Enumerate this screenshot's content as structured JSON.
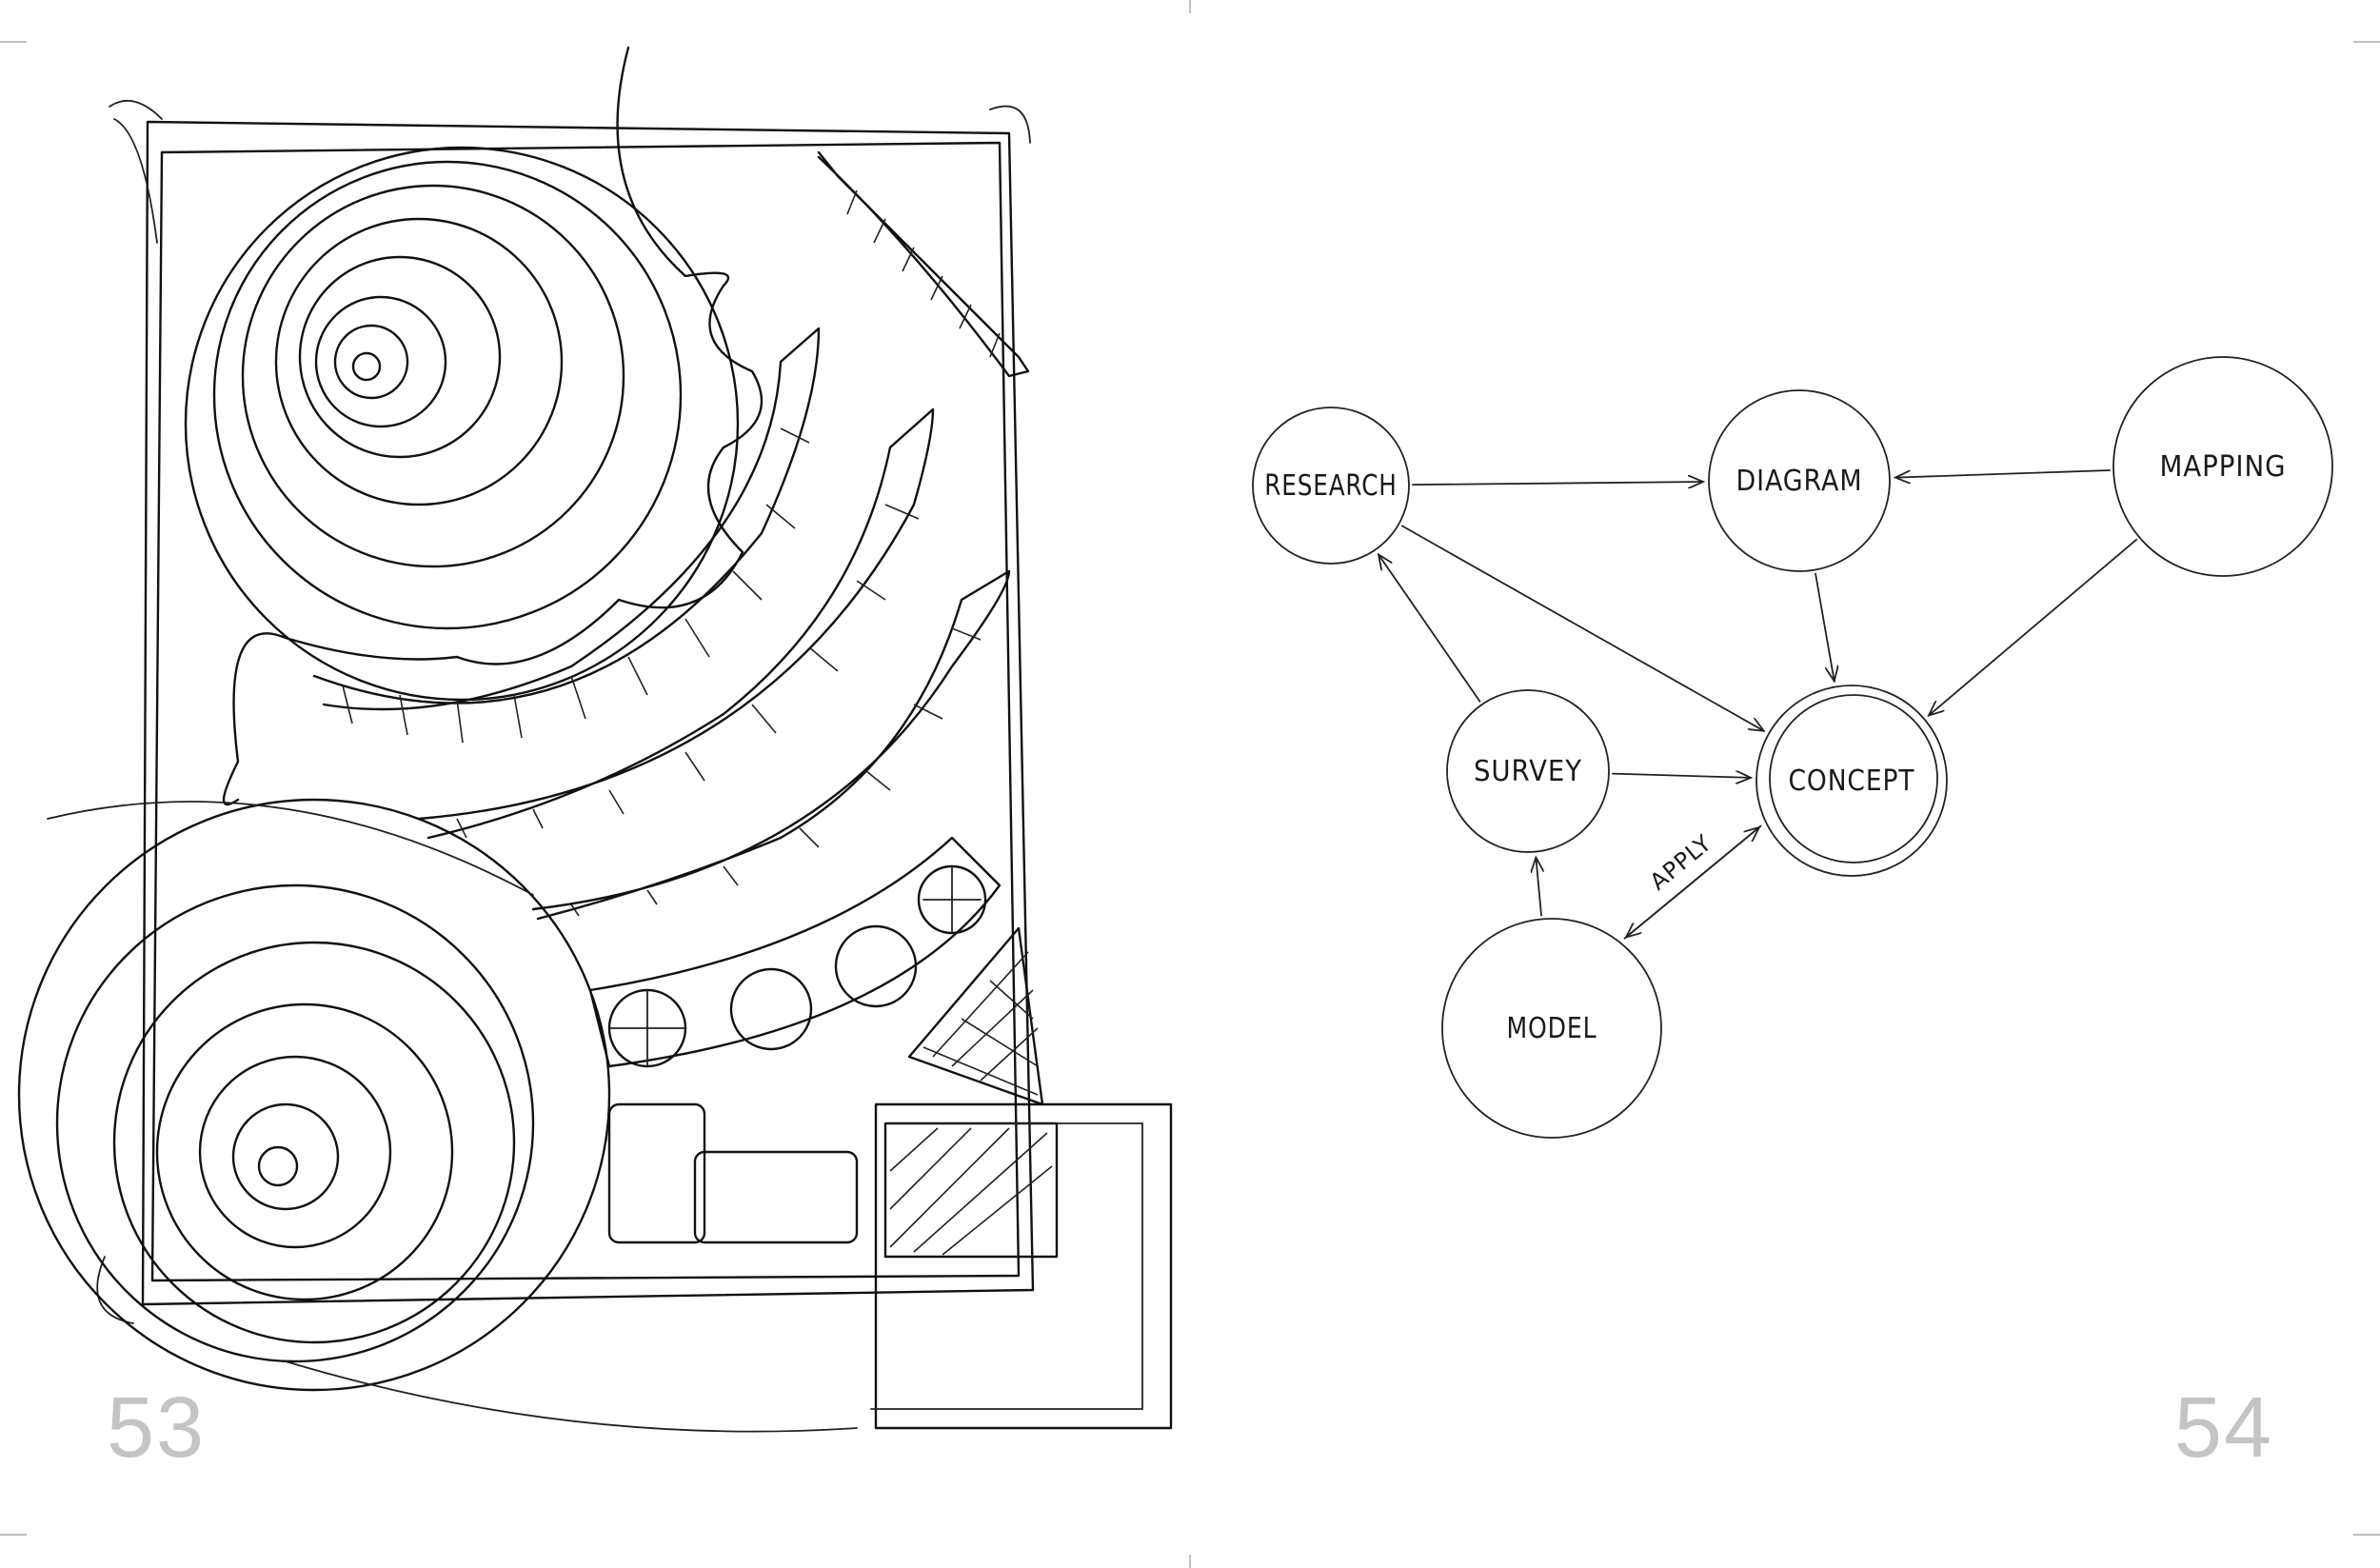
{
  "pages": {
    "left": {
      "number": "53"
    },
    "right": {
      "number": "54"
    }
  },
  "diagram": {
    "nodes": [
      {
        "id": "research",
        "label": "RESEARCH"
      },
      {
        "id": "diagram",
        "label": "DIAGRAM"
      },
      {
        "id": "mapping",
        "label": "MAPPING"
      },
      {
        "id": "survey",
        "label": "SURVEY"
      },
      {
        "id": "concept",
        "label": "CONCEPT"
      },
      {
        "id": "model",
        "label": "MODEL"
      }
    ],
    "edges": [
      {
        "from": "research",
        "to": "diagram",
        "label": ""
      },
      {
        "from": "mapping",
        "to": "diagram",
        "label": ""
      },
      {
        "from": "diagram",
        "to": "concept",
        "label": ""
      },
      {
        "from": "mapping",
        "to": "concept",
        "label": ""
      },
      {
        "from": "research",
        "to": "concept",
        "label": ""
      },
      {
        "from": "survey",
        "to": "research",
        "label": ""
      },
      {
        "from": "survey",
        "to": "concept",
        "label": ""
      },
      {
        "from": "model",
        "to": "survey",
        "label": ""
      },
      {
        "from": "concept",
        "to": "model",
        "label": "APPLY"
      },
      {
        "from": "model",
        "to": "concept",
        "label": ""
      }
    ]
  }
}
